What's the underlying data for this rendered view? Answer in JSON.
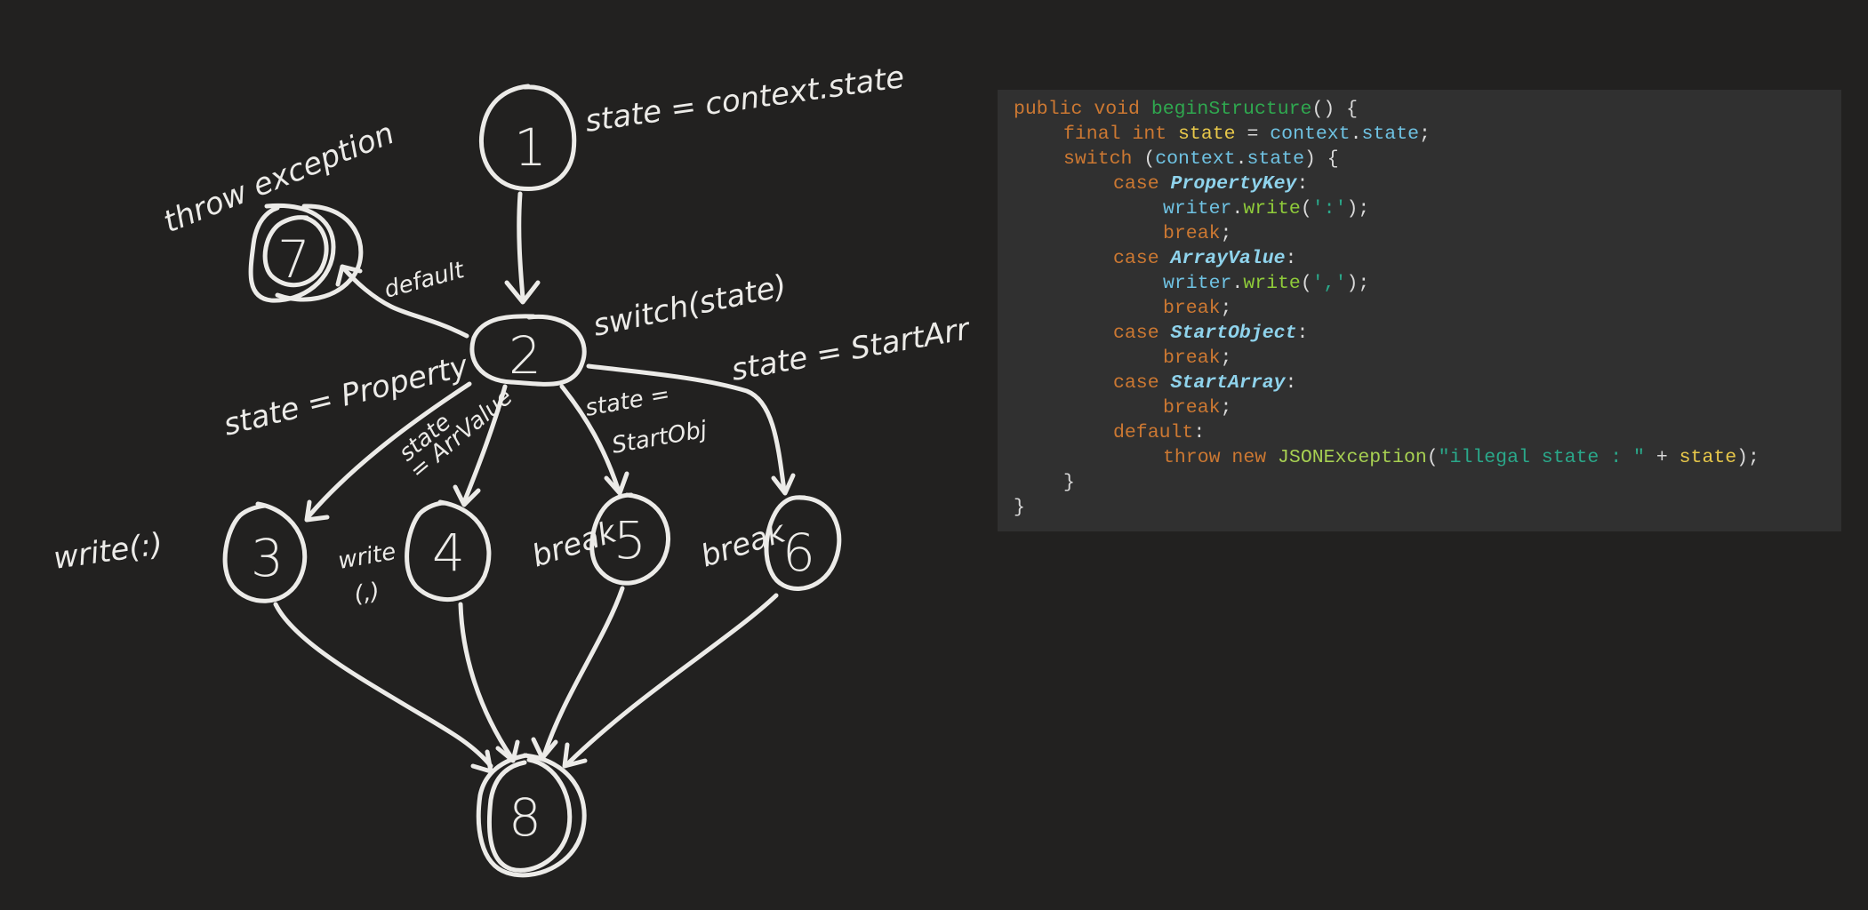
{
  "diagram": {
    "nodes": {
      "n1": "1",
      "n2": "2",
      "n3": "3",
      "n4": "4",
      "n5": "5",
      "n6": "6",
      "n7": "7",
      "n8": "8"
    },
    "labels": {
      "state_context": "state = context.state",
      "switch_state": "switch(state)",
      "throw_exception": "throw exception",
      "default": "default",
      "state_property": "state = Property",
      "state_arrvalue_1": "state",
      "state_arrvalue_2": "= ArrValue",
      "state_startobj_1": "state =",
      "state_startobj_2": "StartObj",
      "state_startarr": "state = StartArr",
      "write_colon": "write(:)",
      "write_comma_1": "write",
      "write_comma_2": "(,)",
      "break_5": "break",
      "break_6": "break"
    }
  },
  "code": {
    "line1": {
      "kw": "public void ",
      "fn": "beginStructure",
      "rest": "() {"
    },
    "line2": {
      "kw": "final int ",
      "var": "state",
      "eq": " = ",
      "obj": "context",
      "dot": ".",
      "prop": "state",
      "end": ";"
    },
    "line3": {
      "kw": "switch ",
      "open": "(",
      "obj": "context",
      "dot": ".",
      "prop": "state",
      "end": ") {"
    },
    "line4": {
      "kw": "case ",
      "enum": "PropertyKey",
      "end": ":"
    },
    "line5": {
      "obj": "writer",
      "dot": ".",
      "call": "write",
      "open": "(",
      "str": "':'",
      "end": ");"
    },
    "line6": {
      "kw": "break",
      "end": ";"
    },
    "line7": {
      "kw": "case ",
      "enum": "ArrayValue",
      "end": ":"
    },
    "line8": {
      "obj": "writer",
      "dot": ".",
      "call": "write",
      "open": "(",
      "str": "','",
      "end": ");"
    },
    "line9": {
      "kw": "break",
      "end": ";"
    },
    "line10": {
      "kw": "case ",
      "enum": "StartObject",
      "end": ":"
    },
    "line11": {
      "kw": "break",
      "end": ";"
    },
    "line12": {
      "kw": "case ",
      "enum": "StartArray",
      "end": ":"
    },
    "line13": {
      "kw": "break",
      "end": ";"
    },
    "line14": {
      "kw": "default",
      "end": ":"
    },
    "line15": {
      "kw": "throw new ",
      "exc": "JSONException",
      "open": "(",
      "str": "\"illegal state : \"",
      "plus": " + ",
      "var": "state",
      "end": ");"
    },
    "line16": {
      "end": "}"
    },
    "line17": {
      "end": "}"
    }
  }
}
